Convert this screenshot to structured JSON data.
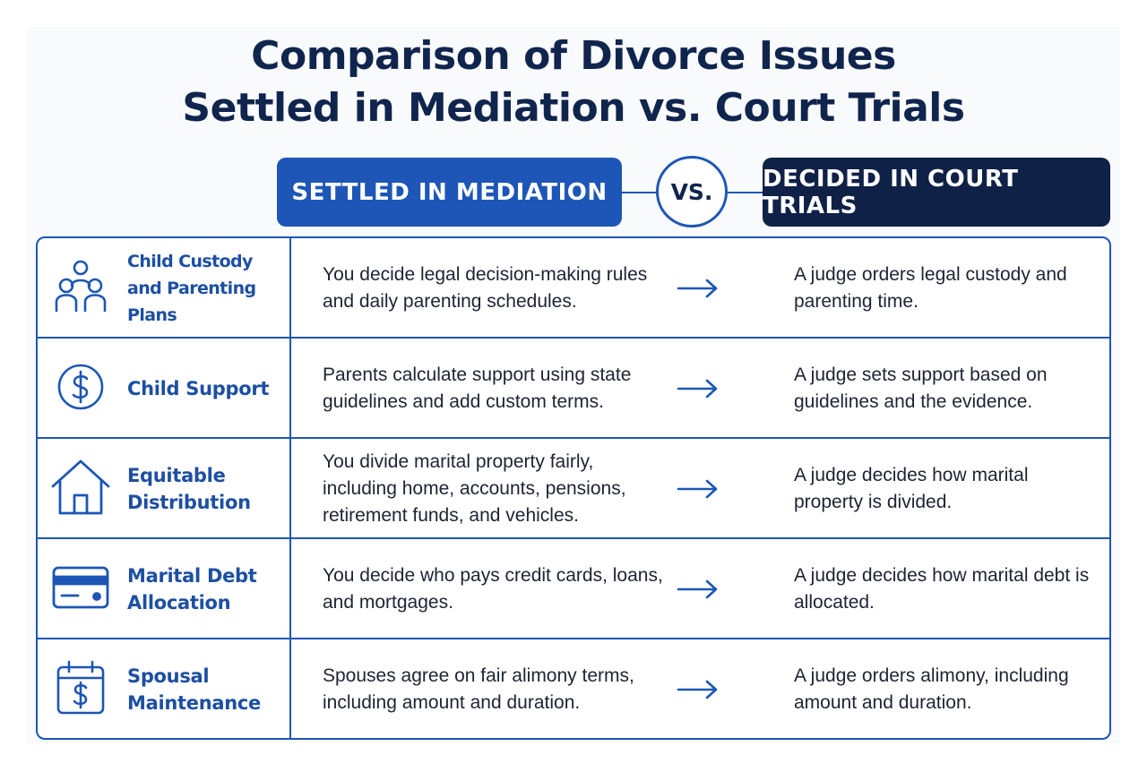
{
  "title": {
    "line1": "Comparison of Divorce Issues",
    "line2": "Settled in Mediation vs. Court Trials"
  },
  "header": {
    "mediation_label": "SETTLED IN MEDIATION",
    "vs_label": "VS.",
    "court_label": "DECIDED IN COURT TRIALS"
  },
  "colors": {
    "primary_blue": "#1d56b6",
    "dark_navy": "#0f2147",
    "issue_text": "#1d4fa3",
    "body_text": "#1d2433"
  },
  "rows": [
    {
      "icon": "family-icon",
      "issue": "Child Custody and Parenting Plans",
      "mediation": "You decide legal decision-making rules and daily parenting schedules.",
      "court": "A judge orders legal custody and parenting time."
    },
    {
      "icon": "dollar-circle-icon",
      "issue": "Child Support",
      "mediation": "Parents calculate support using state guidelines and add custom terms.",
      "court": "A judge sets support based on guidelines and the evidence."
    },
    {
      "icon": "house-icon",
      "issue": "Equitable Distribution",
      "mediation": "You divide marital property fairly, including home, accounts, pensions, retirement funds, and vehicles.",
      "court": "A judge decides how marital property is divided."
    },
    {
      "icon": "credit-card-icon",
      "issue": "Marital Debt Allocation",
      "mediation": "You decide who pays credit cards, loans, and mortgages.",
      "court": "A judge decides how marital debt is allocated."
    },
    {
      "icon": "calendar-dollar-icon",
      "issue": "Spousal Maintenance",
      "mediation": "Spouses agree on fair alimony terms, including amount and duration.",
      "court": "A judge orders alimony, including amount and duration."
    }
  ]
}
